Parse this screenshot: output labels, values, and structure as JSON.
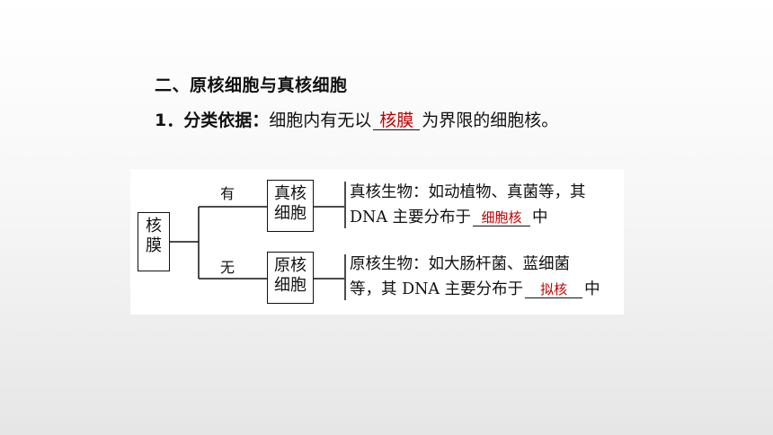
{
  "heading": "二、原核细胞与真核细胞",
  "point1": {
    "num": "1．",
    "label": "分类依据：",
    "text_before": "细胞内有无以",
    "answer": "核膜",
    "text_after": "为界限的细胞核。"
  },
  "diagram": {
    "root": [
      "核",
      "膜"
    ],
    "branch_yes": "有",
    "branch_no": "无",
    "eukaryote_box": [
      "真核",
      "细胞"
    ],
    "prokaryote_box": [
      "原核",
      "细胞"
    ],
    "eukaryote_desc": {
      "line1": "真核生物：如动植物、真菌等，其",
      "line2_before": "DNA 主要分布于",
      "answer": "细胞核",
      "line2_after": "中"
    },
    "prokaryote_desc": {
      "line1": "原核生物：如大肠杆菌、蓝细菌",
      "line2_before": "等，其 DNA 主要分布于",
      "answer": "拟核",
      "line2_after": "中"
    }
  },
  "colors": {
    "answer": "#c00000",
    "text": "#111111"
  }
}
